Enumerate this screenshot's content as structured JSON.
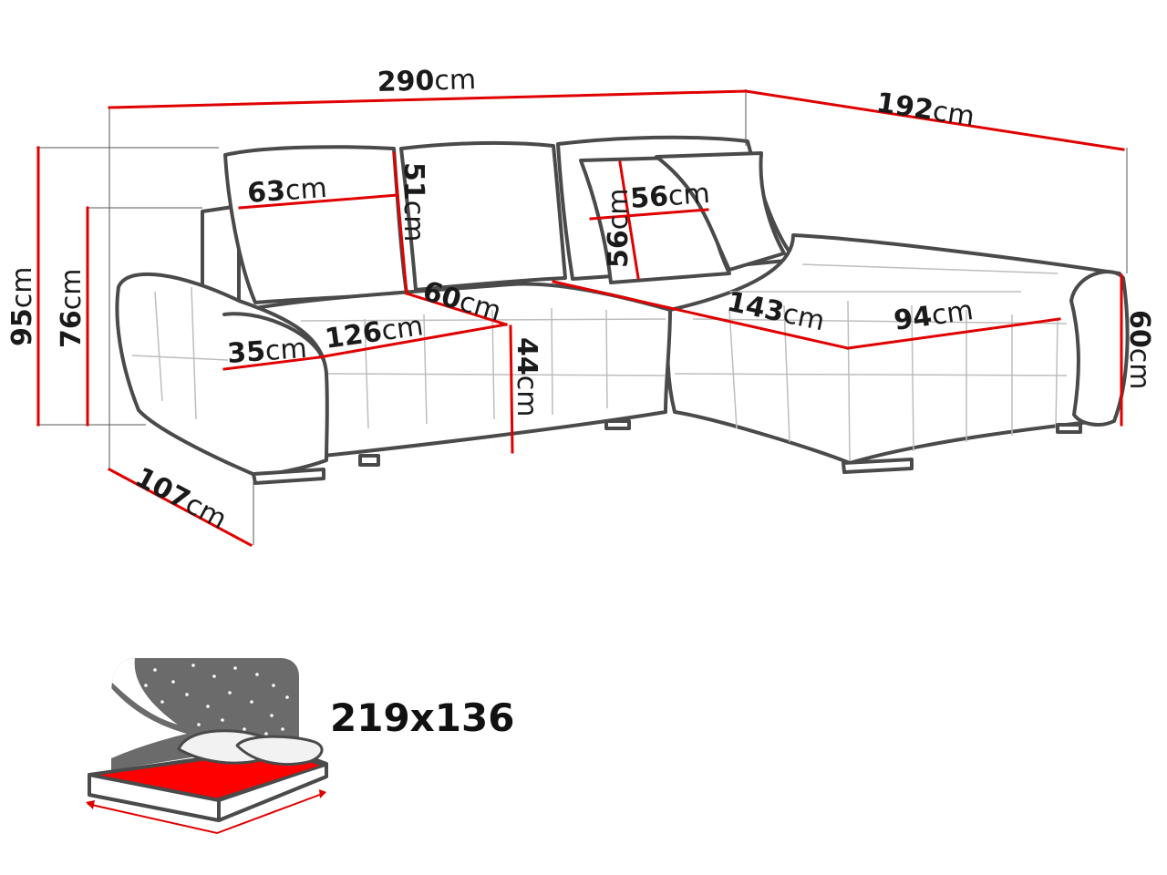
{
  "colors": {
    "dimension_line": "#e00000",
    "outline": "#4a4a4a",
    "text": "#1a1a1a",
    "bed_surface": "#ff0000",
    "starry_background": "#6b6b6b"
  },
  "dimensions": {
    "total_width": {
      "value": "290",
      "unit": "cm"
    },
    "total_depth": {
      "value": "192",
      "unit": "cm"
    },
    "backrest_height": {
      "value": "95",
      "unit": "cm"
    },
    "armrest_height": {
      "value": "76",
      "unit": "cm"
    },
    "seat_depth_side": {
      "value": "107",
      "unit": "cm"
    },
    "pillow_width": {
      "value": "63",
      "unit": "cm"
    },
    "pillow_height": {
      "value": "51",
      "unit": "cm"
    },
    "seat_depth": {
      "value": "60",
      "unit": "cm"
    },
    "seat_width": {
      "value": "126",
      "unit": "cm"
    },
    "armrest_width": {
      "value": "35",
      "unit": "cm"
    },
    "seat_height": {
      "value": "44",
      "unit": "cm"
    },
    "cushion_width": {
      "value": "56",
      "unit": "cm"
    },
    "cushion_height": {
      "value": "56",
      "unit": "cm"
    },
    "chaise_length": {
      "value": "143",
      "unit": "cm"
    },
    "chaise_width": {
      "value": "94",
      "unit": "cm"
    },
    "chaise_end_height": {
      "value": "60",
      "unit": "cm"
    }
  },
  "sleeping_area": {
    "label": "219x136"
  },
  "icons": {
    "sofa": "corner-sofa-outline",
    "bed": "bed-with-pillows",
    "night_sky": "starry-night-sky"
  }
}
